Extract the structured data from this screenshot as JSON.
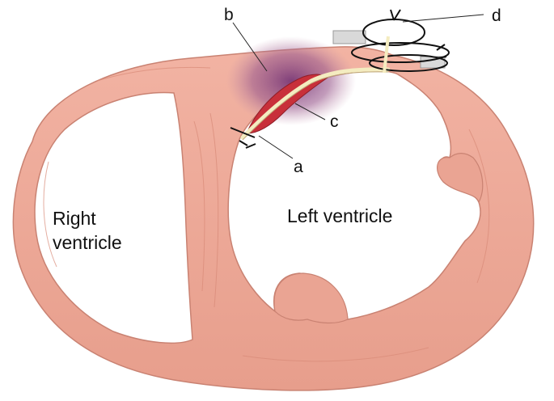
{
  "labels": {
    "right_ventricle": [
      "Right",
      "ventricle"
    ],
    "left_ventricle": "Left ventricle",
    "callout_a": "a",
    "callout_b": "b",
    "callout_c": "c",
    "callout_d": "d"
  },
  "colors": {
    "myocardium": "#eeaa99",
    "myocardium_shadow": "#d88a78",
    "cavity": "#ffffff",
    "infarct_bruise": "#8a4a82",
    "hematoma": "#c8303a",
    "patch": "#f4ecc0",
    "pledget": "#d9d9d9",
    "suture": "#111111",
    "text": "#111111"
  }
}
